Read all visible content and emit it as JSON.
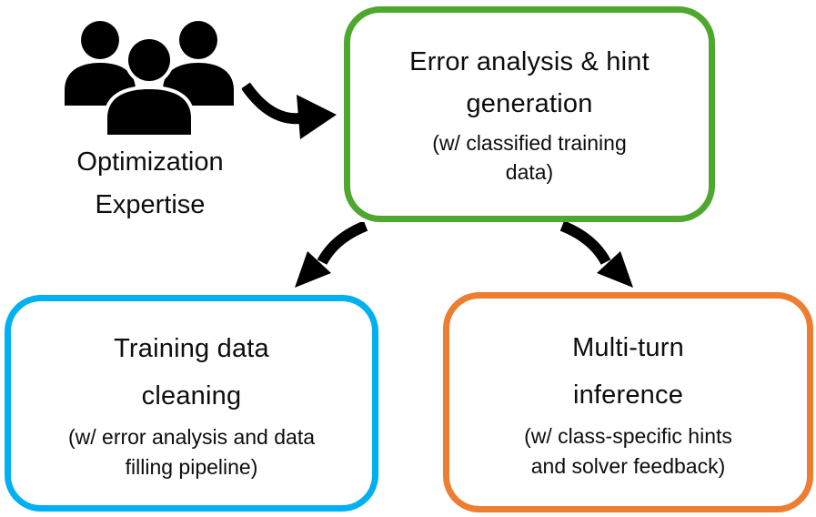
{
  "diagram": {
    "expert": {
      "icon": "people-icon",
      "label": "Optimization\nExpertise"
    },
    "boxes": {
      "error_analysis": {
        "title": "Error analysis & hint\ngeneration",
        "subtitle": "(w/ classified training\ndata)",
        "border_color": "#4EA72E"
      },
      "training_cleaning": {
        "title": "Training data\ncleaning",
        "subtitle": "(w/ error analysis and data\nfilling pipeline)",
        "border_color": "#00B0F0"
      },
      "multi_turn": {
        "title": "Multi-turn\ninference",
        "subtitle": "(w/ class-specific hints\nand solver feedback)",
        "border_color": "#ED7D31"
      }
    },
    "arrows": [
      {
        "name": "expertise-to-error-analysis",
        "direction": "right",
        "color": "#000000"
      },
      {
        "name": "error-analysis-to-training-cleaning",
        "direction": "down-left",
        "color": "#000000"
      },
      {
        "name": "error-analysis-to-multi-turn",
        "direction": "down-right",
        "color": "#000000"
      }
    ],
    "colors": {
      "background": "#FFFFFF",
      "text": "#0D0D0D",
      "green": "#4EA72E",
      "blue": "#00B0F0",
      "orange": "#ED7D31",
      "arrow": "#000000"
    }
  }
}
